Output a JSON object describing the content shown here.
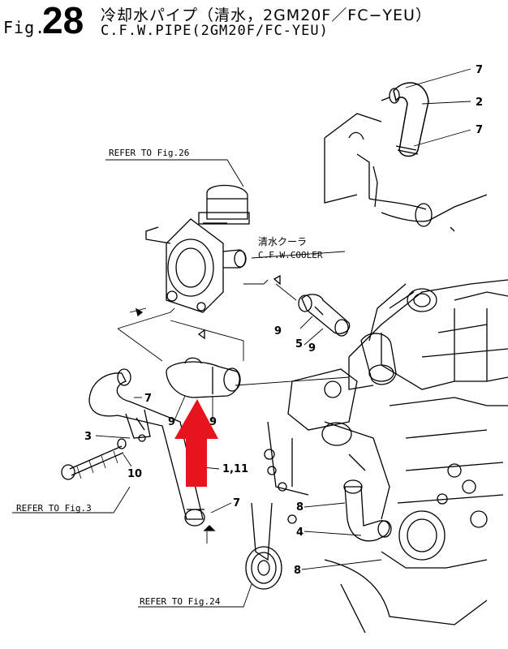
{
  "header": {
    "fig_prefix": "Fig.",
    "fig_number": "28",
    "title_ja": "冷却水パイプ（清水，2GM20F／FC−YEU）",
    "title_en": "C.F.W.PIPE(2GM20F/FC-YEU)"
  },
  "refs": {
    "fig26": "REFER TO Fig.26",
    "fig3": "REFER TO Fig.3",
    "fig24": "REFER TO Fig.24"
  },
  "cooler": {
    "label_ja": "清水クーラ",
    "label_en": "C.F.W.COOLER"
  },
  "callouts": {
    "c7_top": "7",
    "c2": "2",
    "c7_mid": "7",
    "c9_cooler_left": "9",
    "c5": "5",
    "c9_cooler_right": "9",
    "c9_hose_left": "9",
    "c9_hose_right": "9",
    "c7_left": "7",
    "c3": "3",
    "c10": "10",
    "c1_11": "1,11",
    "c7_bottom": "7",
    "c8_upper": "8",
    "c4": "4",
    "c8_lower": "8"
  },
  "colors": {
    "line": "#000000",
    "highlight_arrow": "#e8141c"
  }
}
